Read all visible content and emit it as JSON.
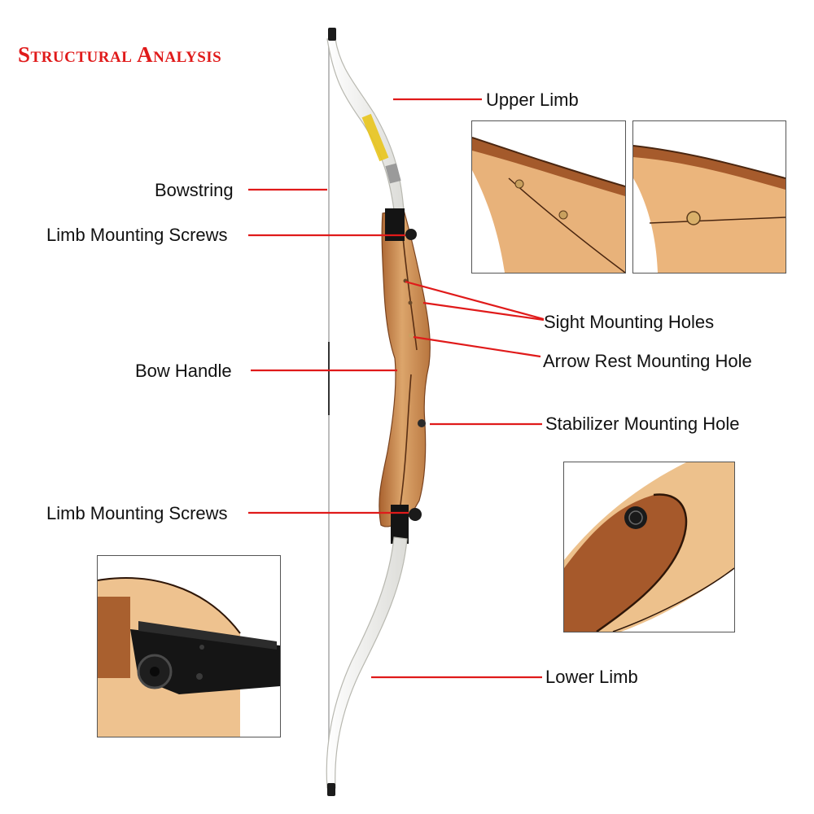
{
  "title": "Structural Analysis",
  "colors": {
    "leader_line": "#e01a1a",
    "title": "#e01a1a",
    "limb": "#f4f4f2",
    "riser_light": "#d9a36a",
    "riser_dark": "#9b5a2e",
    "string": "#bcbcbc"
  },
  "labels": {
    "upper_limb": "Upper Limb",
    "bowstring": "Bowstring",
    "limb_mounting_screws_top": "Limb Mounting Screws",
    "sight_mounting_holes": "Sight Mounting Holes",
    "arrow_rest_mounting_hole": "Arrow Rest Mounting Hole",
    "bow_handle": "Bow Handle",
    "stabilizer_mounting_hole": "Stabilizer Mounting Hole",
    "limb_mounting_screws_bottom": "Limb Mounting Screws",
    "lower_limb": "Lower Limb"
  },
  "insets": [
    {
      "name": "sight-holes-closeup-1"
    },
    {
      "name": "sight-holes-closeup-2"
    },
    {
      "name": "stabilizer-hole-closeup"
    },
    {
      "name": "limb-mount-closeup"
    }
  ]
}
